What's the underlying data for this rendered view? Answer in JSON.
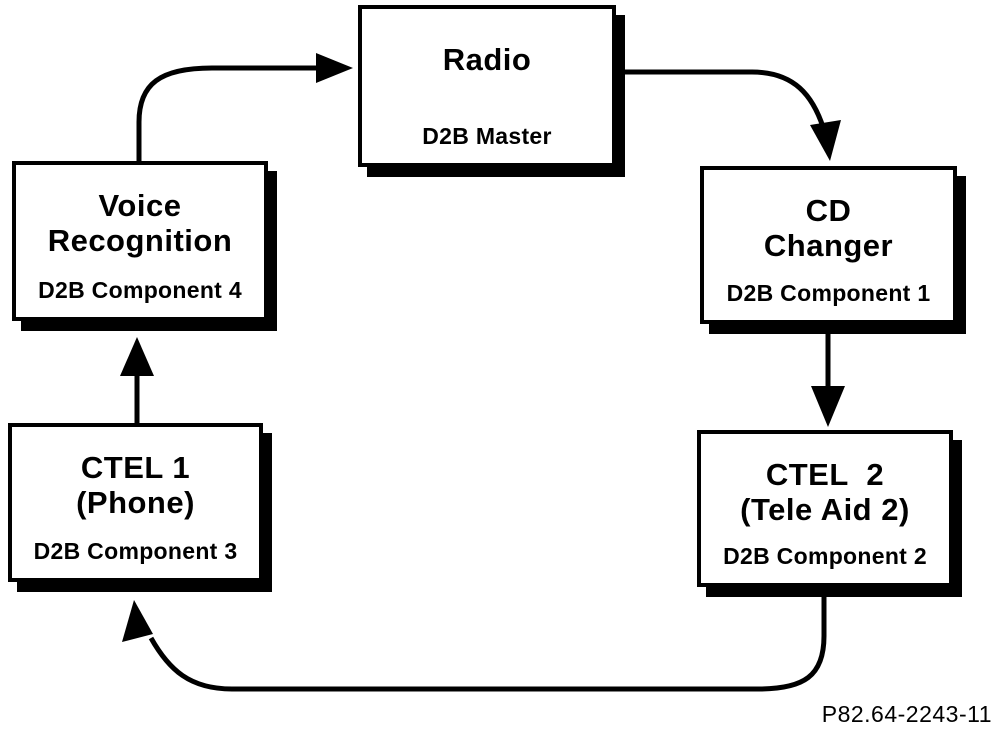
{
  "diagram": {
    "title_context": "D2B ring network diagram",
    "colors": {
      "ink": "#000000",
      "paper": "#ffffff"
    },
    "nodes": [
      {
        "id": "radio",
        "title": "Radio",
        "subtitle": "D2B Master"
      },
      {
        "id": "cd-changer",
        "title": "CD\nChanger",
        "subtitle": "D2B Component 1"
      },
      {
        "id": "ctel-2",
        "title": "CTEL  2\n(Tele Aid 2)",
        "subtitle": "D2B Component 2"
      },
      {
        "id": "ctel-1",
        "title": "CTEL 1\n(Phone)",
        "subtitle": "D2B Component 3"
      },
      {
        "id": "voice-recognition",
        "title": "Voice\nRecognition",
        "subtitle": "D2B Component 4"
      }
    ],
    "connections": [
      {
        "from": "Voice Recognition",
        "to": "Radio"
      },
      {
        "from": "Radio",
        "to": "CD Changer"
      },
      {
        "from": "CD Changer",
        "to": "CTEL 2"
      },
      {
        "from": "CTEL 2",
        "to": "CTEL 1"
      },
      {
        "from": "CTEL 1",
        "to": "Voice Recognition"
      }
    ],
    "caption": "P82.64-2243-11"
  }
}
